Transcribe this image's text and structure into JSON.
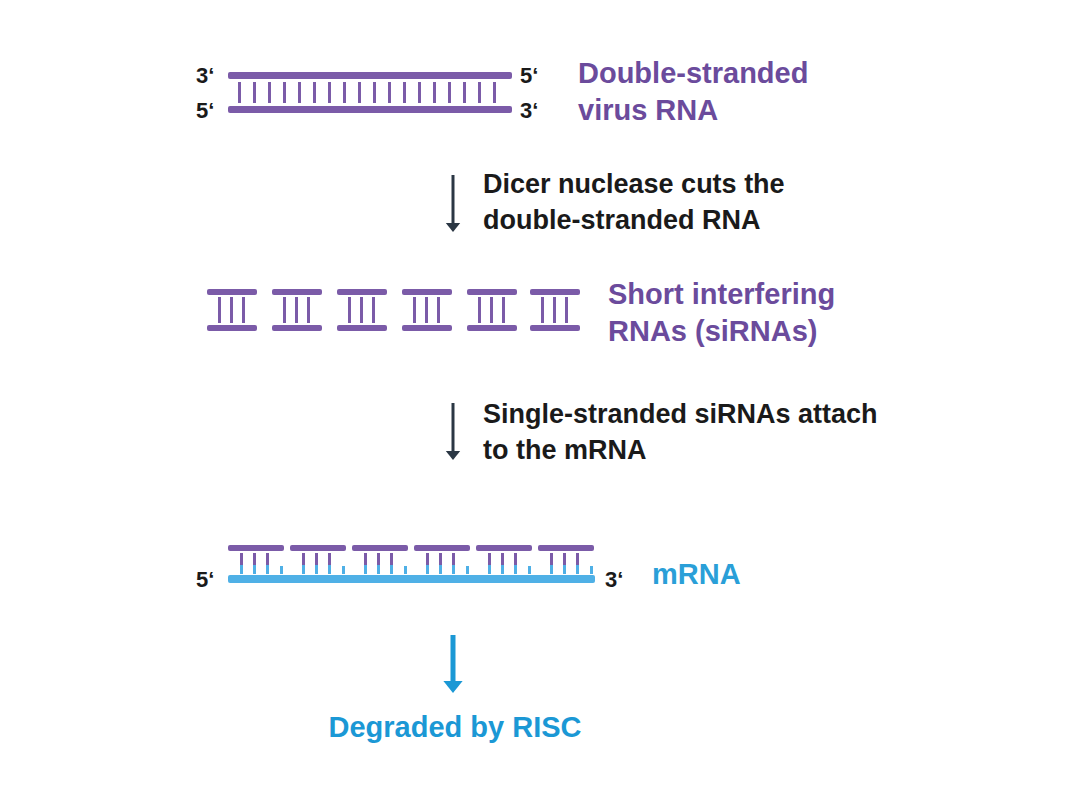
{
  "diagram": {
    "nodes": [
      {
        "text": [
          "Double-stranded virus RNA"
        ]
      },
      {
        "text": [
          "Short interfering RNAs (siRNAs)"
        ]
      },
      {
        "text": [
          "mRNA"
        ]
      },
      {
        "text": [
          "Degraded by RISC"
        ]
      }
    ],
    "edges": [
      {
        "from": 0,
        "to": 1,
        "arrow": "to",
        "label": "Dicer nuclease cuts the double-stranded RNA"
      },
      {
        "from": 1,
        "to": 2,
        "arrow": "to",
        "label": "Single-stranded siRNAs attach to the mRNA"
      },
      {
        "from": 2,
        "to": 3,
        "arrow": "to"
      }
    ],
    "labels": [
      "3‘",
      "5‘",
      "5‘",
      "3‘",
      "5‘",
      "3‘"
    ]
  }
}
